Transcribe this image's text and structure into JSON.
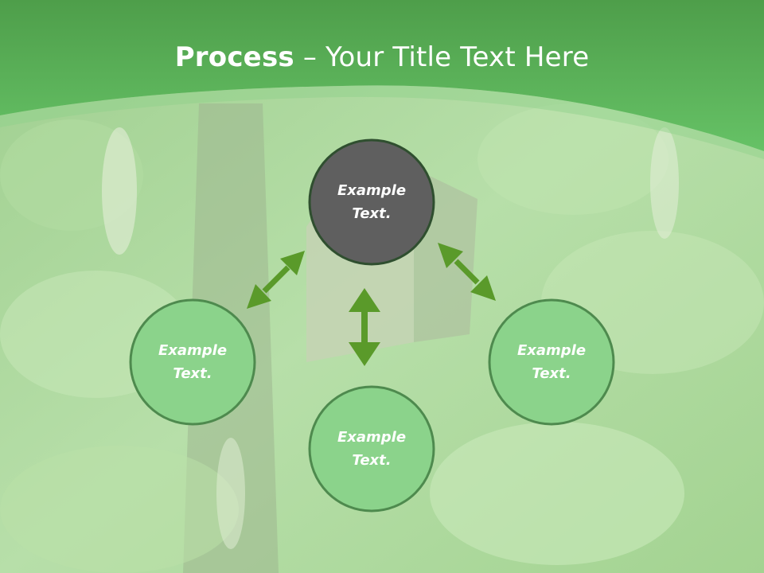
{
  "title": {
    "bold": "Process",
    "rest": " – Your Title Text Here"
  },
  "colors": {
    "header_green": "#5cb85c",
    "node_center_fill": "#5f5f5f",
    "node_fill": "#8bd38b",
    "node_stroke": "#2f4f2f",
    "outer_node_stroke": "#4e8a4e",
    "arrow_green": "#5a9a2a"
  },
  "nodes": [
    {
      "id": "top",
      "label": "Example\nText."
    },
    {
      "id": "left",
      "label": "Example\nText."
    },
    {
      "id": "bottom",
      "label": "Example\nText."
    },
    {
      "id": "right",
      "label": "Example\nText."
    }
  ]
}
